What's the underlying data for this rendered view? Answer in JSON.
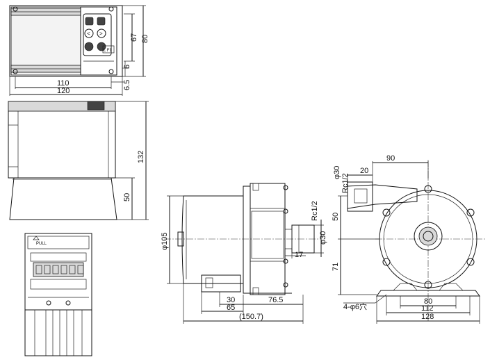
{
  "drawing": {
    "top_view": {
      "dim_67": "67",
      "dim_80": "80",
      "dim_6": "6",
      "dim_6_5": "6.5",
      "dim_110": "110",
      "dim_120": "120",
      "panel_label": "L F1"
    },
    "side_view": {
      "dim_132": "132",
      "dim_50": "50"
    },
    "terminal_view": {
      "label": "PULL"
    },
    "motor_side": {
      "dim_phi105": "φ105",
      "dim_rc": "Rc1/2",
      "dim_phi30": "φ30",
      "dim_17": "17",
      "dim_30": "30",
      "dim_65": "65",
      "dim_76_5": "76.5",
      "dim_150_7": "(150.7)"
    },
    "motor_front": {
      "dim_phi30": "φ30",
      "dim_rc": "Rc1/2",
      "dim_20": "20",
      "dim_90": "90",
      "dim_50": "50",
      "dim_71": "71",
      "dim_holes": "4-φ6穴",
      "dim_80": "80",
      "dim_112": "112",
      "dim_128": "128"
    }
  }
}
